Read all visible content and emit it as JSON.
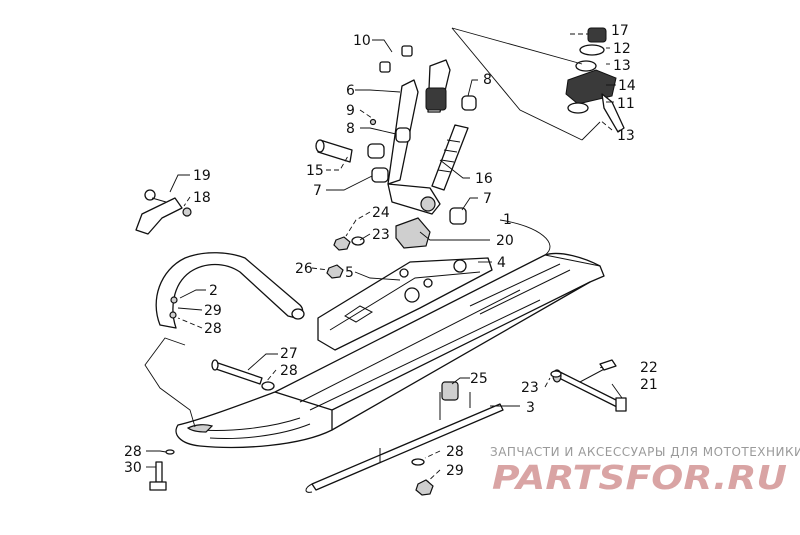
{
  "diagram": {
    "callouts": [
      {
        "id": "c10",
        "text": "10"
      },
      {
        "id": "c6",
        "text": "6"
      },
      {
        "id": "c9",
        "text": "9"
      },
      {
        "id": "c8a",
        "text": "8"
      },
      {
        "id": "c8b",
        "text": "8"
      },
      {
        "id": "c15",
        "text": "15"
      },
      {
        "id": "c7a",
        "text": "7"
      },
      {
        "id": "c7b",
        "text": "7"
      },
      {
        "id": "c16",
        "text": "16"
      },
      {
        "id": "c17",
        "text": "17"
      },
      {
        "id": "c12",
        "text": "12"
      },
      {
        "id": "c13a",
        "text": "13"
      },
      {
        "id": "c14",
        "text": "14"
      },
      {
        "id": "c11",
        "text": "11"
      },
      {
        "id": "c13b",
        "text": "13"
      },
      {
        "id": "c19",
        "text": "19"
      },
      {
        "id": "c18",
        "text": "18"
      },
      {
        "id": "c24",
        "text": "24"
      },
      {
        "id": "c23a",
        "text": "23"
      },
      {
        "id": "c20",
        "text": "20"
      },
      {
        "id": "c1",
        "text": "1"
      },
      {
        "id": "c26",
        "text": "26"
      },
      {
        "id": "c5",
        "text": "5"
      },
      {
        "id": "c4",
        "text": "4"
      },
      {
        "id": "c2",
        "text": "2"
      },
      {
        "id": "c29a",
        "text": "29"
      },
      {
        "id": "c28a",
        "text": "28"
      },
      {
        "id": "c27",
        "text": "27"
      },
      {
        "id": "c28b",
        "text": "28"
      },
      {
        "id": "c25",
        "text": "25"
      },
      {
        "id": "c22",
        "text": "22"
      },
      {
        "id": "c23b",
        "text": "23"
      },
      {
        "id": "c21",
        "text": "21"
      },
      {
        "id": "c3",
        "text": "3"
      },
      {
        "id": "c28c",
        "text": "28"
      },
      {
        "id": "c30",
        "text": "30"
      },
      {
        "id": "c28d",
        "text": "28"
      },
      {
        "id": "c29b",
        "text": "29"
      }
    ]
  },
  "watermark": {
    "tagline": "ЗАПЧАСТИ И АКСЕССУАРЫ ДЛЯ МОТОТЕХНИКИ",
    "logo": "PARTSFOR.RU",
    "color": "#d9a4a4"
  }
}
